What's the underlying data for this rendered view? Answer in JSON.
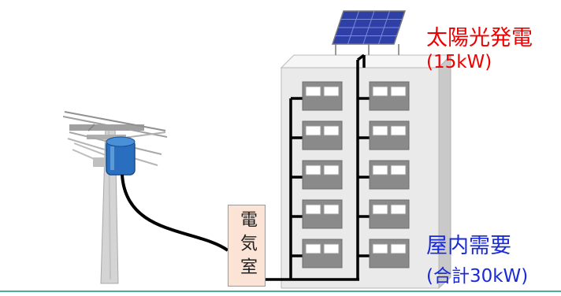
{
  "labels": {
    "solar_title": "太陽光発電",
    "solar_capacity": "(15kW)",
    "electrical_room": "電気室",
    "demand_title": "屋内需要",
    "demand_total": "(合計30kW)"
  },
  "colors": {
    "solar_text": "#ee0000",
    "demand_text": "#1a2bd6",
    "electrical_room_fill": "#fbe3d5",
    "building_fill": "#eaeaea",
    "panel_fill": "#2f3fa8",
    "transformer_fill": "#2a6fbf",
    "rule_line": "#4bae96"
  },
  "icons": [
    "utility-pole-icon",
    "solar-panel-icon",
    "building-icon",
    "pole-transformer-icon"
  ]
}
